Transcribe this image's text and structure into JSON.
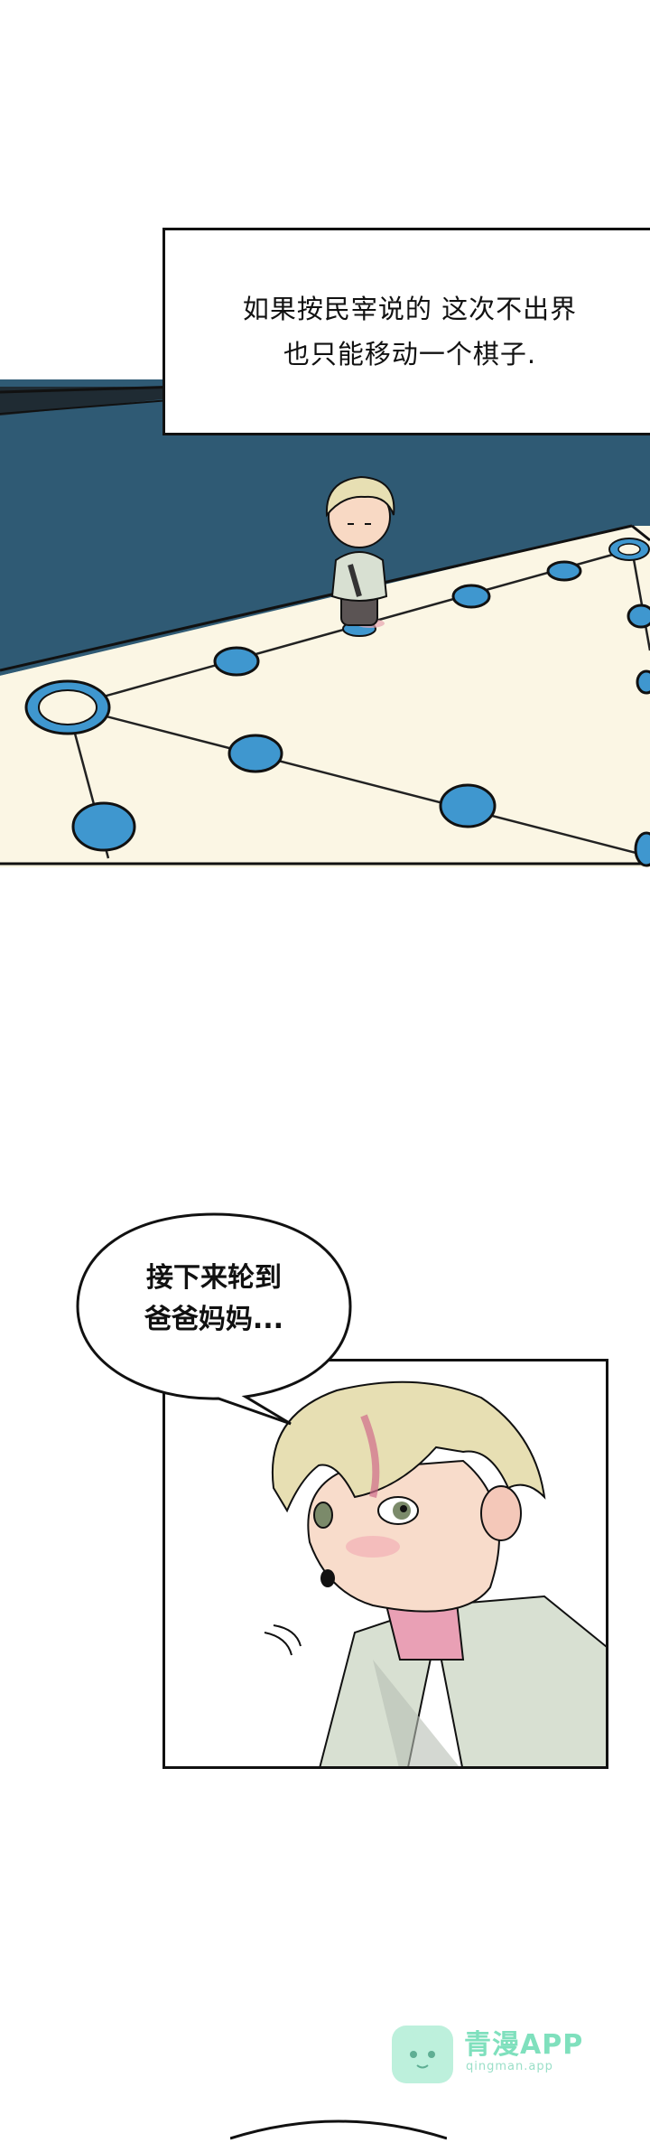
{
  "panels": {
    "board_scene": {
      "caption_lines": [
        "如果按民宰说的 这次不出界",
        "也只能移动一个棋子."
      ]
    },
    "dialogue": {
      "bubble_lines": [
        "接下来轮到",
        "爸爸妈妈..."
      ]
    }
  },
  "watermark": {
    "title": "青漫APP",
    "subtitle": "qingman.app"
  },
  "colors": {
    "board_wall": "#2f5a74",
    "board_surface": "#fbf6e4",
    "token_blue": "#3f97cf",
    "hair": "#e7dfb3",
    "robe": "#d8e0d2",
    "watermark": "#7fe0bd"
  }
}
